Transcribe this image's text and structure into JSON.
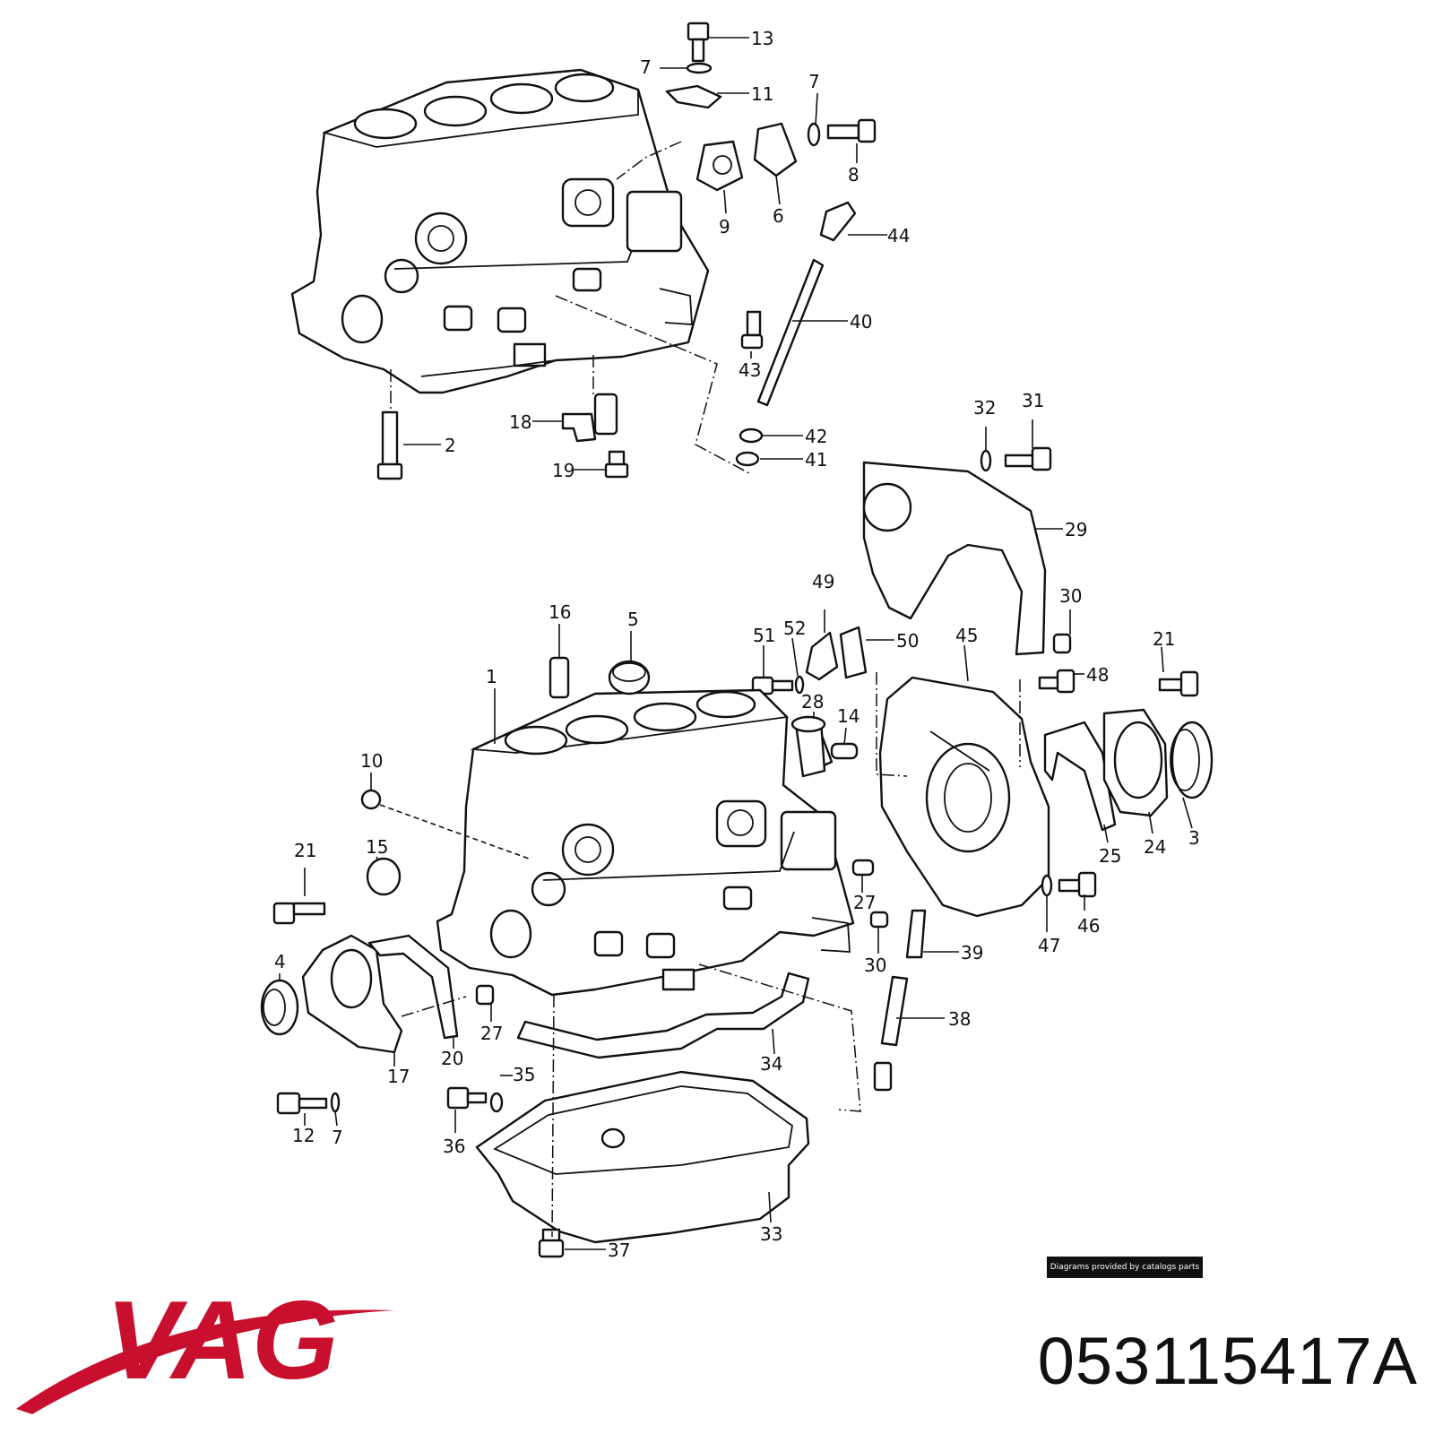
{
  "brand": {
    "logo_text": "VAG",
    "logo_color": "#c8102e"
  },
  "part_number": "053115417A",
  "credit": "Diagrams provided by catalogs parts",
  "callouts": [
    "13",
    "7",
    "11",
    "7",
    "8",
    "6",
    "9",
    "44",
    "40",
    "43",
    "42",
    "41",
    "2",
    "18",
    "19",
    "32",
    "31",
    "29",
    "30",
    "49",
    "50",
    "51",
    "52",
    "45",
    "48",
    "21",
    "1",
    "16",
    "5",
    "28",
    "14",
    "10",
    "15",
    "21",
    "4",
    "17",
    "20",
    "12",
    "7",
    "35",
    "36",
    "27",
    "37",
    "34",
    "33",
    "38",
    "39",
    "30",
    "27",
    "25",
    "24",
    "3",
    "47",
    "46"
  ]
}
